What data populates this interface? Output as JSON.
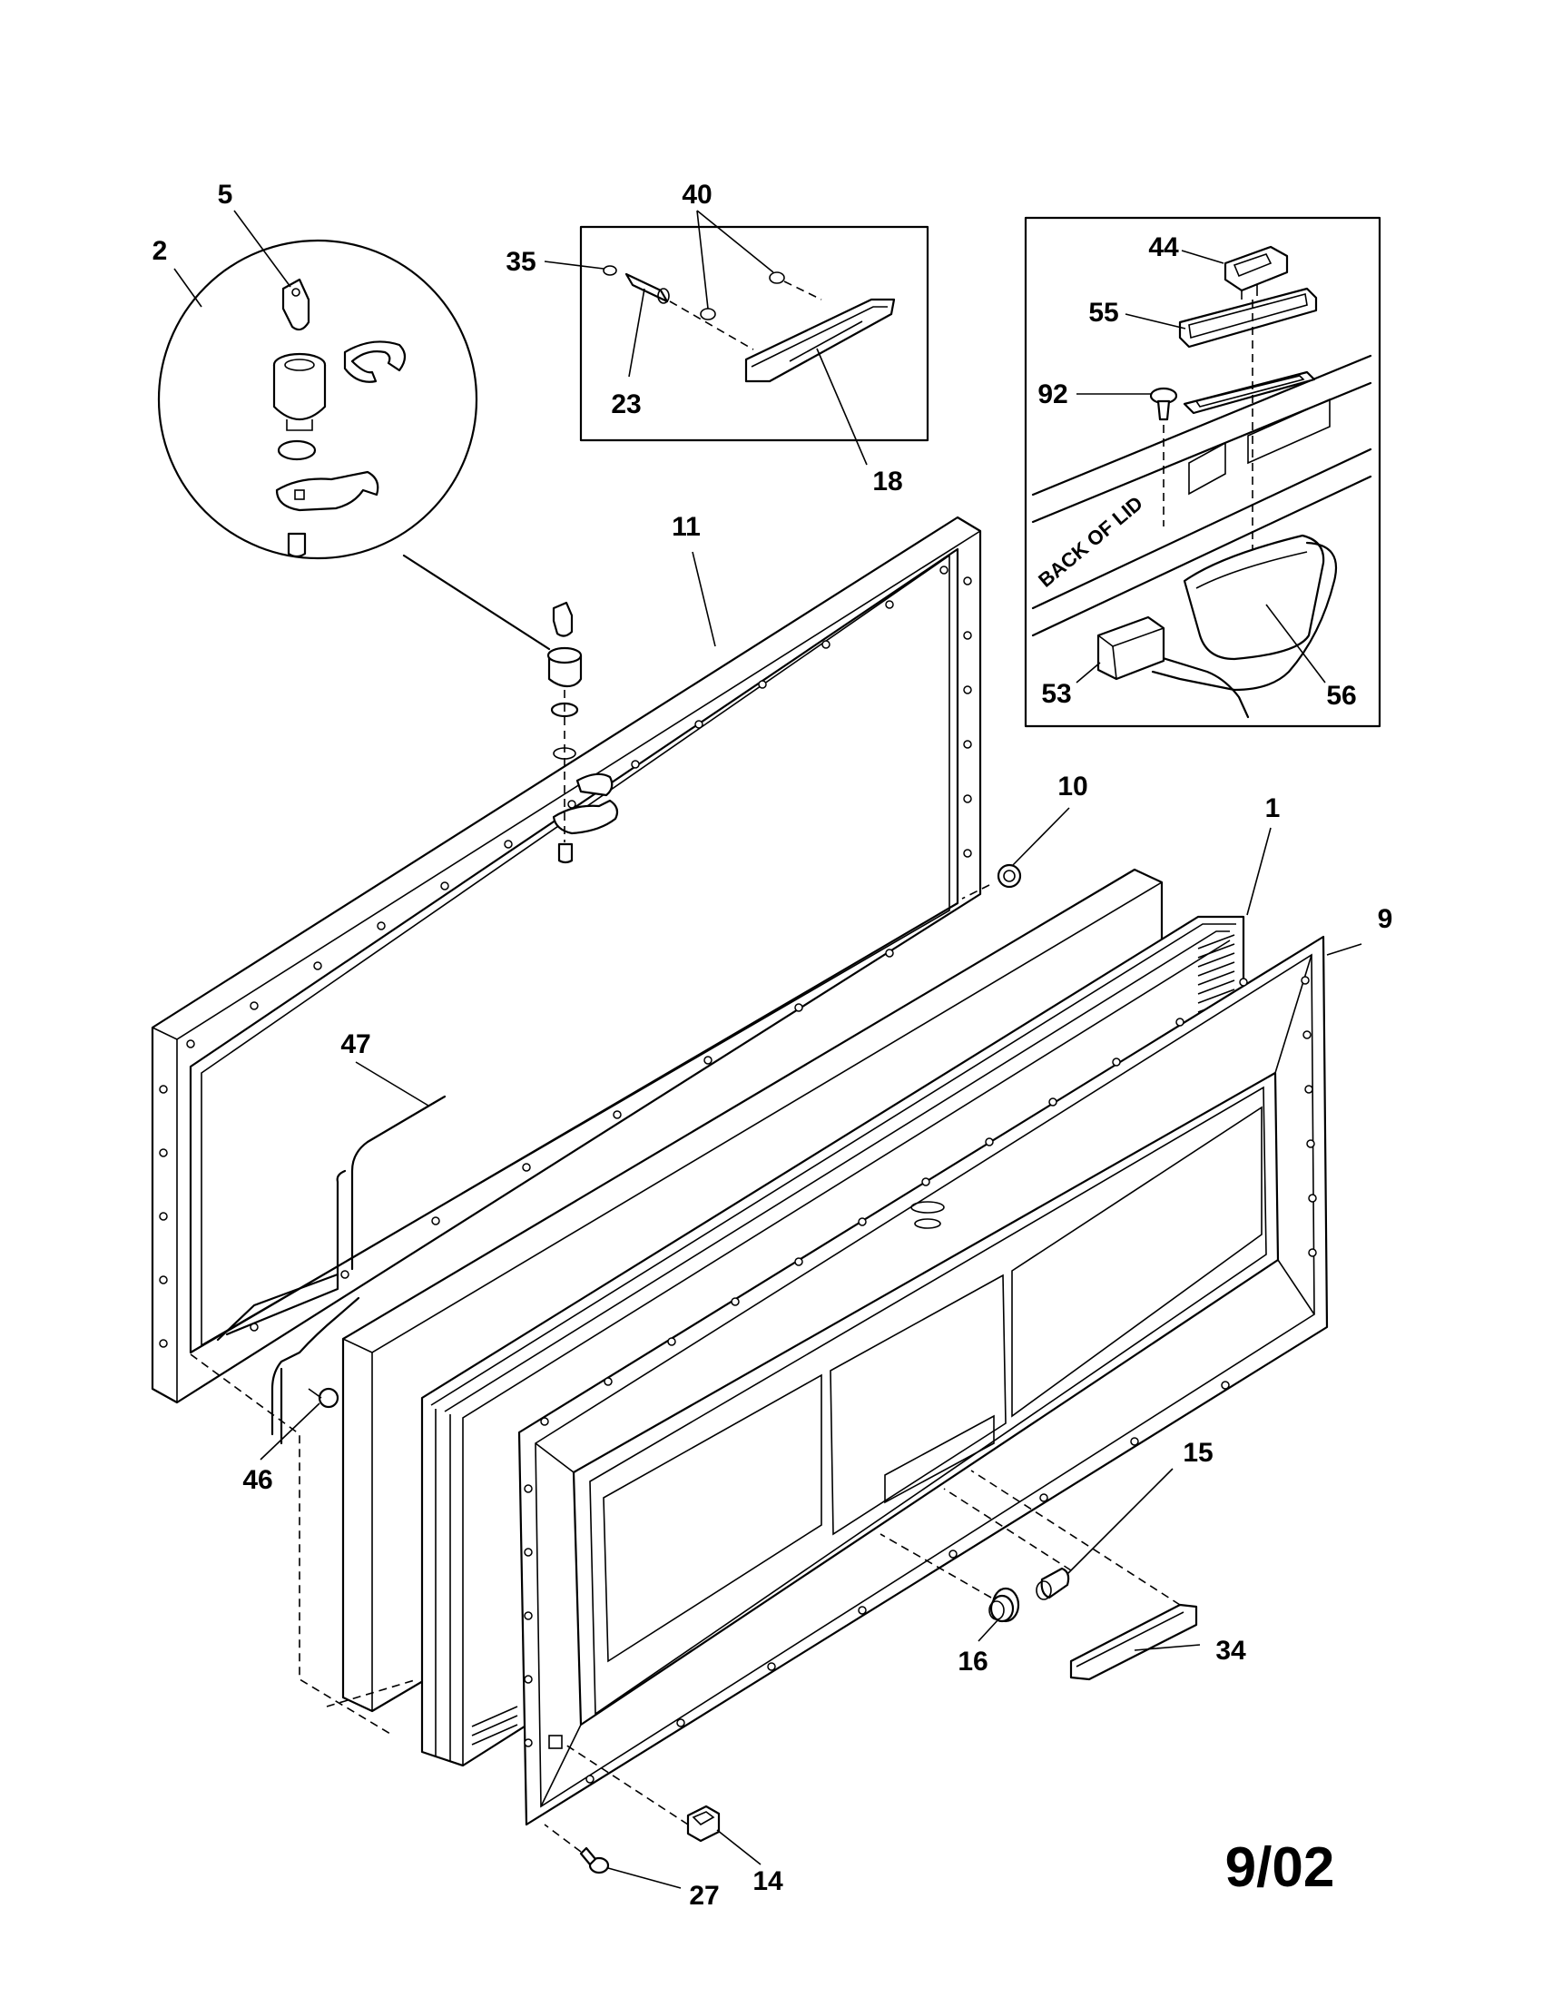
{
  "callouts": [
    {
      "id": "5",
      "text": "5"
    },
    {
      "id": "2",
      "text": "2"
    },
    {
      "id": "40",
      "text": "40"
    },
    {
      "id": "35",
      "text": "35"
    },
    {
      "id": "23",
      "text": "23"
    },
    {
      "id": "18",
      "text": "18"
    },
    {
      "id": "44",
      "text": "44"
    },
    {
      "id": "55",
      "text": "55"
    },
    {
      "id": "92",
      "text": "92"
    },
    {
      "id": "53",
      "text": "53"
    },
    {
      "id": "56",
      "text": "56"
    },
    {
      "id": "11",
      "text": "11"
    },
    {
      "id": "10",
      "text": "10"
    },
    {
      "id": "1",
      "text": "1"
    },
    {
      "id": "9",
      "text": "9"
    },
    {
      "id": "47",
      "text": "47"
    },
    {
      "id": "46",
      "text": "46"
    },
    {
      "id": "15",
      "text": "15"
    },
    {
      "id": "16",
      "text": "16"
    },
    {
      "id": "34",
      "text": "34"
    },
    {
      "id": "14",
      "text": "14"
    },
    {
      "id": "27",
      "text": "27"
    }
  ],
  "inset_label": "BACK OF LID",
  "date_code": "9/02"
}
